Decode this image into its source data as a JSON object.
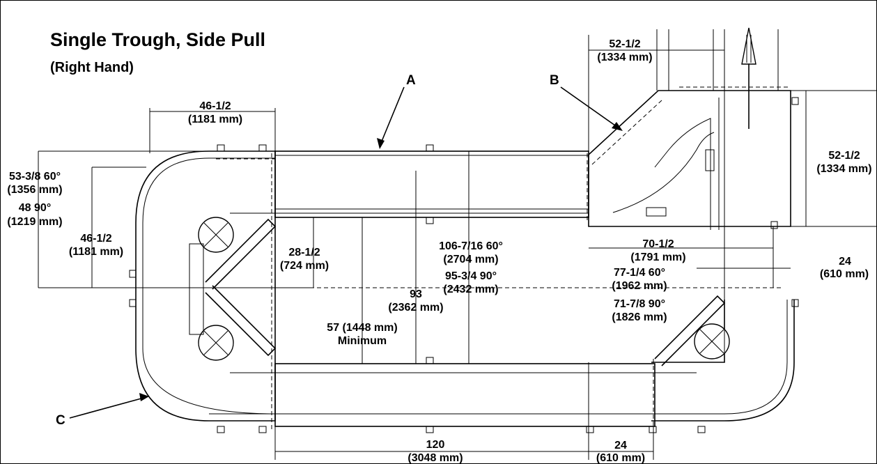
{
  "title": "Single Trough, Side Pull",
  "subtitle": "(Right Hand)",
  "callouts": {
    "a": "A",
    "b": "B",
    "c": "C"
  },
  "dimensions": {
    "top_left_width": [
      "46-1/2",
      "(1181 mm)"
    ],
    "left_60": [
      "53-3/8  60°",
      "(1356 mm)"
    ],
    "left_90": [
      "48  90°",
      "(1219 mm)"
    ],
    "left_inner": [
      "46-1/2",
      "(1181 mm)"
    ],
    "inner_28": [
      "28-1/2",
      "(724 mm)"
    ],
    "height_93": [
      "93",
      "(2362 mm)"
    ],
    "min_57": [
      "57 (1448 mm)",
      "Minimum"
    ],
    "d_106": [
      "106-7/16  60°",
      "(2704 mm)"
    ],
    "d_95": [
      "95-3/4  90°",
      "(2432 mm)"
    ],
    "top_right_width": [
      "52-1/2",
      "(1334 mm)"
    ],
    "right_height": [
      "52-1/2",
      "(1334 mm)"
    ],
    "d_70": [
      "70-1/2",
      "(1791 mm)"
    ],
    "d_24_right": [
      "24",
      "(610 mm)"
    ],
    "d_77": [
      "77-1/4  60°",
      "(1962 mm)"
    ],
    "d_71": [
      "71-7/8  90°",
      "(1826 mm)"
    ],
    "bottom_120": [
      "120",
      "(3048 mm)"
    ],
    "bottom_24": [
      "24",
      "(610 mm)"
    ]
  }
}
